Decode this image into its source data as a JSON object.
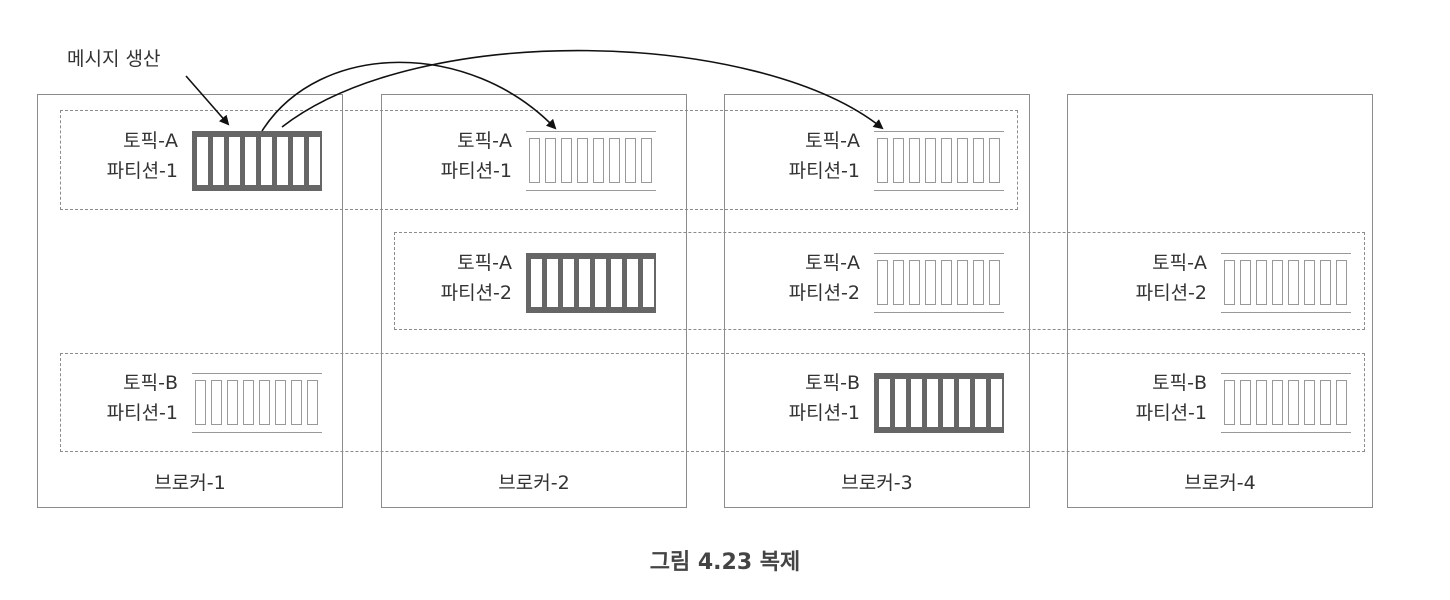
{
  "title": "그림 4.23 복제",
  "annotation": "메시지 생산",
  "brokers": [
    {
      "label": "브로커-1"
    },
    {
      "label": "브로커-2"
    },
    {
      "label": "브로커-3"
    },
    {
      "label": "브로커-4"
    }
  ],
  "partitions": [
    {
      "topic": "토픽-A",
      "partition": "파티션-1",
      "broker": 1,
      "role": "leader"
    },
    {
      "topic": "토픽-A",
      "partition": "파티션-1",
      "broker": 2,
      "role": "follower"
    },
    {
      "topic": "토픽-A",
      "partition": "파티션-1",
      "broker": 3,
      "role": "follower"
    },
    {
      "topic": "토픽-A",
      "partition": "파티션-2",
      "broker": 2,
      "role": "leader"
    },
    {
      "topic": "토픽-A",
      "partition": "파티션-2",
      "broker": 3,
      "role": "follower"
    },
    {
      "topic": "토픽-A",
      "partition": "파티션-2",
      "broker": 4,
      "role": "follower"
    },
    {
      "topic": "토픽-B",
      "partition": "파티션-1",
      "broker": 1,
      "role": "follower"
    },
    {
      "topic": "토픽-B",
      "partition": "파티션-1",
      "broker": 3,
      "role": "leader"
    },
    {
      "topic": "토픽-B",
      "partition": "파티션-1",
      "broker": 4,
      "role": "follower"
    }
  ],
  "colors": {
    "leader": "#666666",
    "follower": "#999999",
    "border": "#8c8c8c"
  }
}
